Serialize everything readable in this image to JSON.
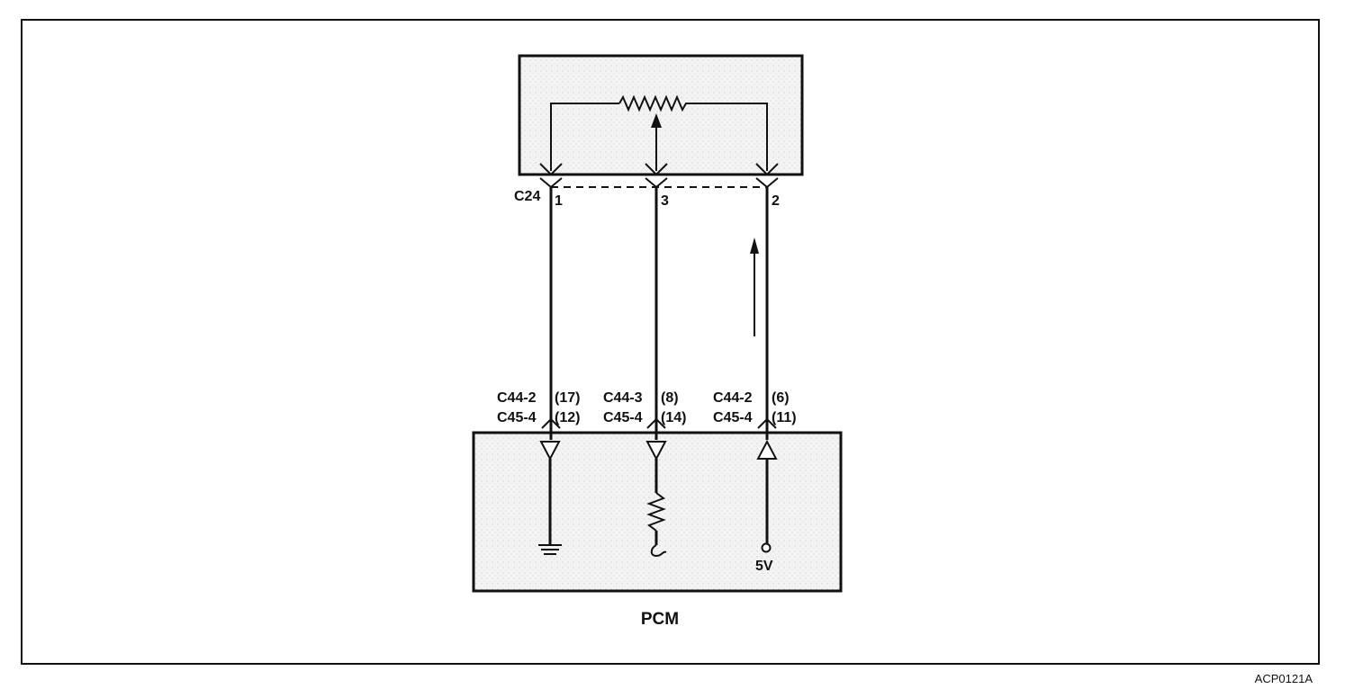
{
  "sensor": {
    "connector_id": "C24",
    "pins": [
      "1",
      "3",
      "2"
    ]
  },
  "pcm_connectors": [
    {
      "line1": "C44-2",
      "pin1": "(17)",
      "line2": "C45-4",
      "pin2": "(12)"
    },
    {
      "line1": "C44-3",
      "pin1": "(8)",
      "line2": "C45-4",
      "pin2": "(14)"
    },
    {
      "line1": "C44-2",
      "pin1": "(6)",
      "line2": "C45-4",
      "pin2": "(11)"
    }
  ],
  "pcm": {
    "label": "PCM",
    "voltage_label": "5V"
  },
  "figure_code": "ACP0121A",
  "colors": {
    "line": "#111111",
    "box_fill": "#f1f1f1",
    "background": "#ffffff"
  }
}
